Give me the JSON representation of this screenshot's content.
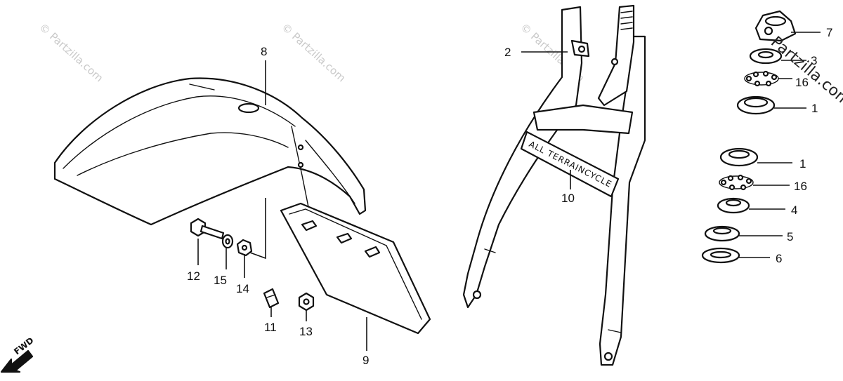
{
  "callouts": {
    "p1a": "1",
    "p1b": "1",
    "p2": "2",
    "p3": "3",
    "p4": "4",
    "p5": "5",
    "p6": "6",
    "p7": "7",
    "p8": "8",
    "p9": "9",
    "p10": "10",
    "p11": "11",
    "p12": "12",
    "p13": "13",
    "p14": "14",
    "p15": "15",
    "p16a": "16",
    "p16b": "16"
  },
  "decal_text": "ALL TERRAINCYCLE",
  "fwd_label": "FWD",
  "watermark": "© Partzilla.com",
  "watermark_big": "Partzilla.com",
  "colors": {
    "ink": "#111111",
    "watermark": "#c9c9c9",
    "background": "#ffffff"
  }
}
